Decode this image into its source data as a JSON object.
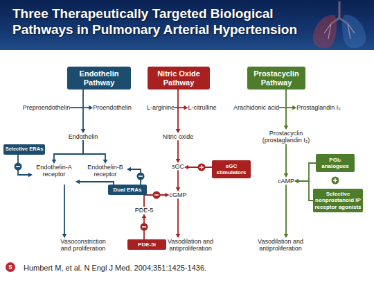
{
  "diagram": {
    "title": "Three Therapeutically Targeted Biological Pathways in Pulmonary Arterial Hypertension",
    "nodes": [
      {
        "text": [
          "Endothelin Pathway"
        ]
      },
      {
        "text": [
          "Nitric Oxide Pathway"
        ]
      },
      {
        "text": [
          "Prostacyclin Pathway"
        ]
      },
      {
        "text": [
          "Preproendothelin"
        ]
      },
      {
        "text": [
          "Proendothelin"
        ]
      },
      {
        "text": [
          "L-arginine"
        ]
      },
      {
        "text": [
          "L-citrulline"
        ]
      },
      {
        "text": [
          "Arachidonic acid"
        ]
      },
      {
        "text": [
          "Prostaglandin I₂"
        ]
      },
      {
        "text": [
          "Endothelin"
        ]
      },
      {
        "text": [
          "Nitric oxide"
        ]
      },
      {
        "text": [
          "Prostacyclin (prostaglandin I₂)"
        ]
      },
      {
        "text": [
          "Selective ERAs"
        ]
      },
      {
        "text": [
          "sGC"
        ]
      },
      {
        "text": [
          "sGC stimulators"
        ]
      },
      {
        "text": [
          "PGI₂ analogues"
        ]
      },
      {
        "text": [
          "Endothelin-A receptor"
        ]
      },
      {
        "text": [
          "Endothelin-B receptor"
        ]
      },
      {
        "text": [
          "cAMP"
        ]
      },
      {
        "text": [
          "cGMP"
        ]
      },
      {
        "text": [
          "Dual ERAs"
        ]
      },
      {
        "text": [
          "Selective nonprostanoid IP receptor agonists"
        ]
      },
      {
        "text": [
          "PDE-5"
        ]
      },
      {
        "text": [
          "Vasoconstriction and proliferation"
        ]
      },
      {
        "text": [
          "PDE-5i"
        ]
      },
      {
        "text": [
          "Vasodilation and antiproliferation"
        ]
      },
      {
        "text": [
          "Vasodilation and antiproliferation"
        ]
      }
    ],
    "edges": [
      {
        "from": 0,
        "to": 9,
        "arrow": "to"
      },
      {
        "from": 3,
        "to": 4,
        "arrow": "to"
      },
      {
        "from": 1,
        "to": 10,
        "arrow": "to"
      },
      {
        "from": 5,
        "to": 6,
        "arrow": "to"
      },
      {
        "from": 2,
        "to": 11,
        "arrow": "to"
      },
      {
        "from": 7,
        "to": 8,
        "arrow": "to"
      },
      {
        "from": 9,
        "to": 16,
        "arrow": "to"
      },
      {
        "from": 9,
        "to": 17,
        "arrow": "to"
      },
      {
        "from": 12,
        "to": 16,
        "arrow": "to"
      },
      {
        "from": 20,
        "to": 16,
        "arrow": "to"
      },
      {
        "from": 20,
        "to": 17,
        "arrow": "to"
      },
      {
        "from": 16,
        "to": 23,
        "arrow": "to"
      },
      {
        "from": 10,
        "to": 13,
        "arrow": "to"
      },
      {
        "from": 14,
        "to": 13,
        "arrow": "to"
      },
      {
        "from": 13,
        "to": 19,
        "arrow": "to"
      },
      {
        "from": 19,
        "to": 25,
        "arrow": "to"
      },
      {
        "from": 22,
        "to": 19,
        "arrow": "to"
      },
      {
        "from": 24,
        "to": 22,
        "arrow": "to"
      },
      {
        "from": 11,
        "to": 18,
        "arrow": "to"
      },
      {
        "from": 15,
        "to": 18,
        "arrow": "to"
      },
      {
        "from": 21,
        "to": 18,
        "arrow": "to"
      },
      {
        "from": 18,
        "to": 26,
        "arrow": "to"
      }
    ],
    "labels": [
      "5",
      "Humbert M, et al. N Engl J Med. 2004;351:1425-1436."
    ]
  }
}
